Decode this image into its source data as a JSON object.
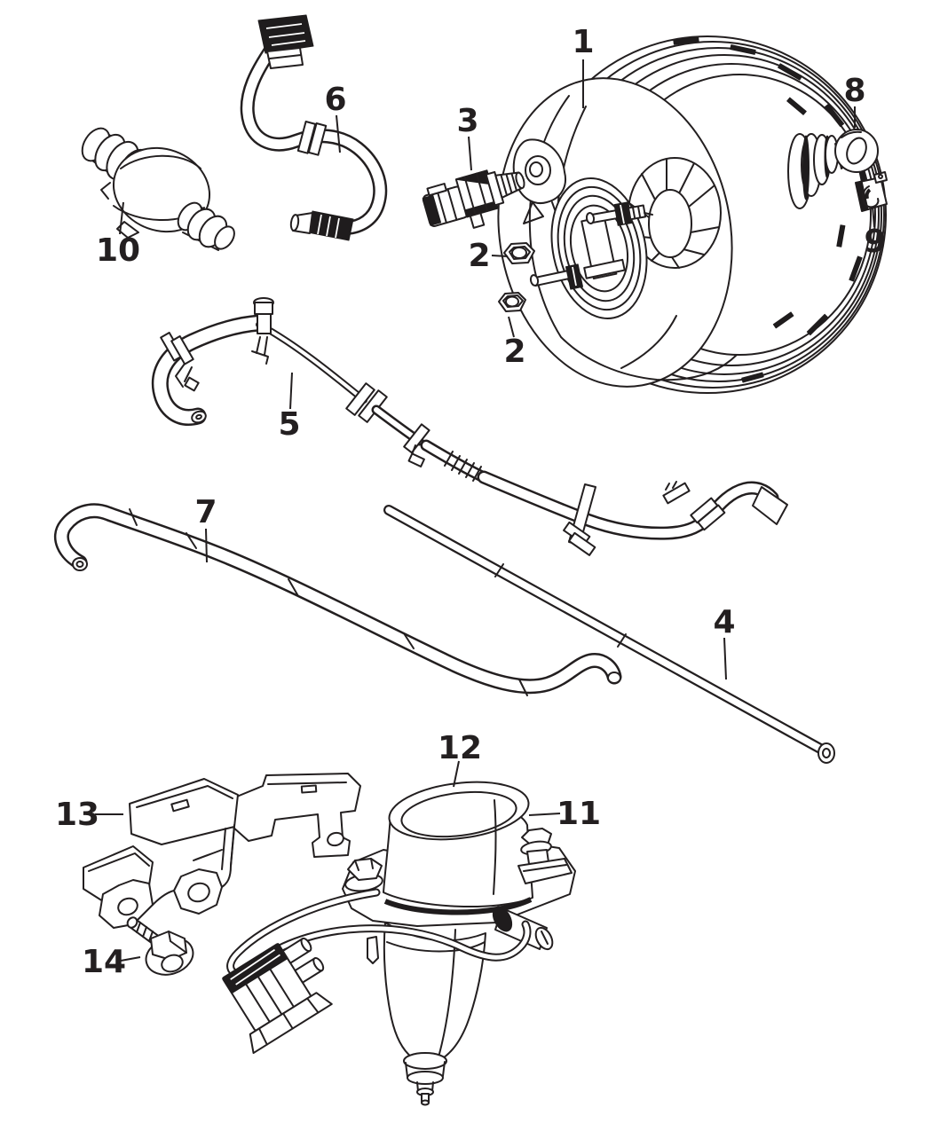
{
  "diagram": {
    "background": "#ffffff",
    "line_color": "#231f20",
    "callouts": [
      {
        "number": "1",
        "part": "brake-booster"
      },
      {
        "number": "2",
        "part": "hex-nut-upper"
      },
      {
        "number": "2",
        "part": "hex-nut-lower"
      },
      {
        "number": "3",
        "part": "sensor-connector"
      },
      {
        "number": "4",
        "part": "vacuum-tube"
      },
      {
        "number": "5",
        "part": "vacuum-hose-assembly"
      },
      {
        "number": "6",
        "part": "vacuum-hose-front"
      },
      {
        "number": "7",
        "part": "vacuum-hose-long"
      },
      {
        "number": "8",
        "part": "pushrod-eye"
      },
      {
        "number": "9",
        "part": "retainer-clip"
      },
      {
        "number": "10",
        "part": "check-valve"
      },
      {
        "number": "11",
        "part": "vacuum-pump"
      },
      {
        "number": "12",
        "part": "pump-motor"
      },
      {
        "number": "13",
        "part": "mounting-bracket"
      },
      {
        "number": "14",
        "part": "flange-bolt"
      }
    ]
  }
}
